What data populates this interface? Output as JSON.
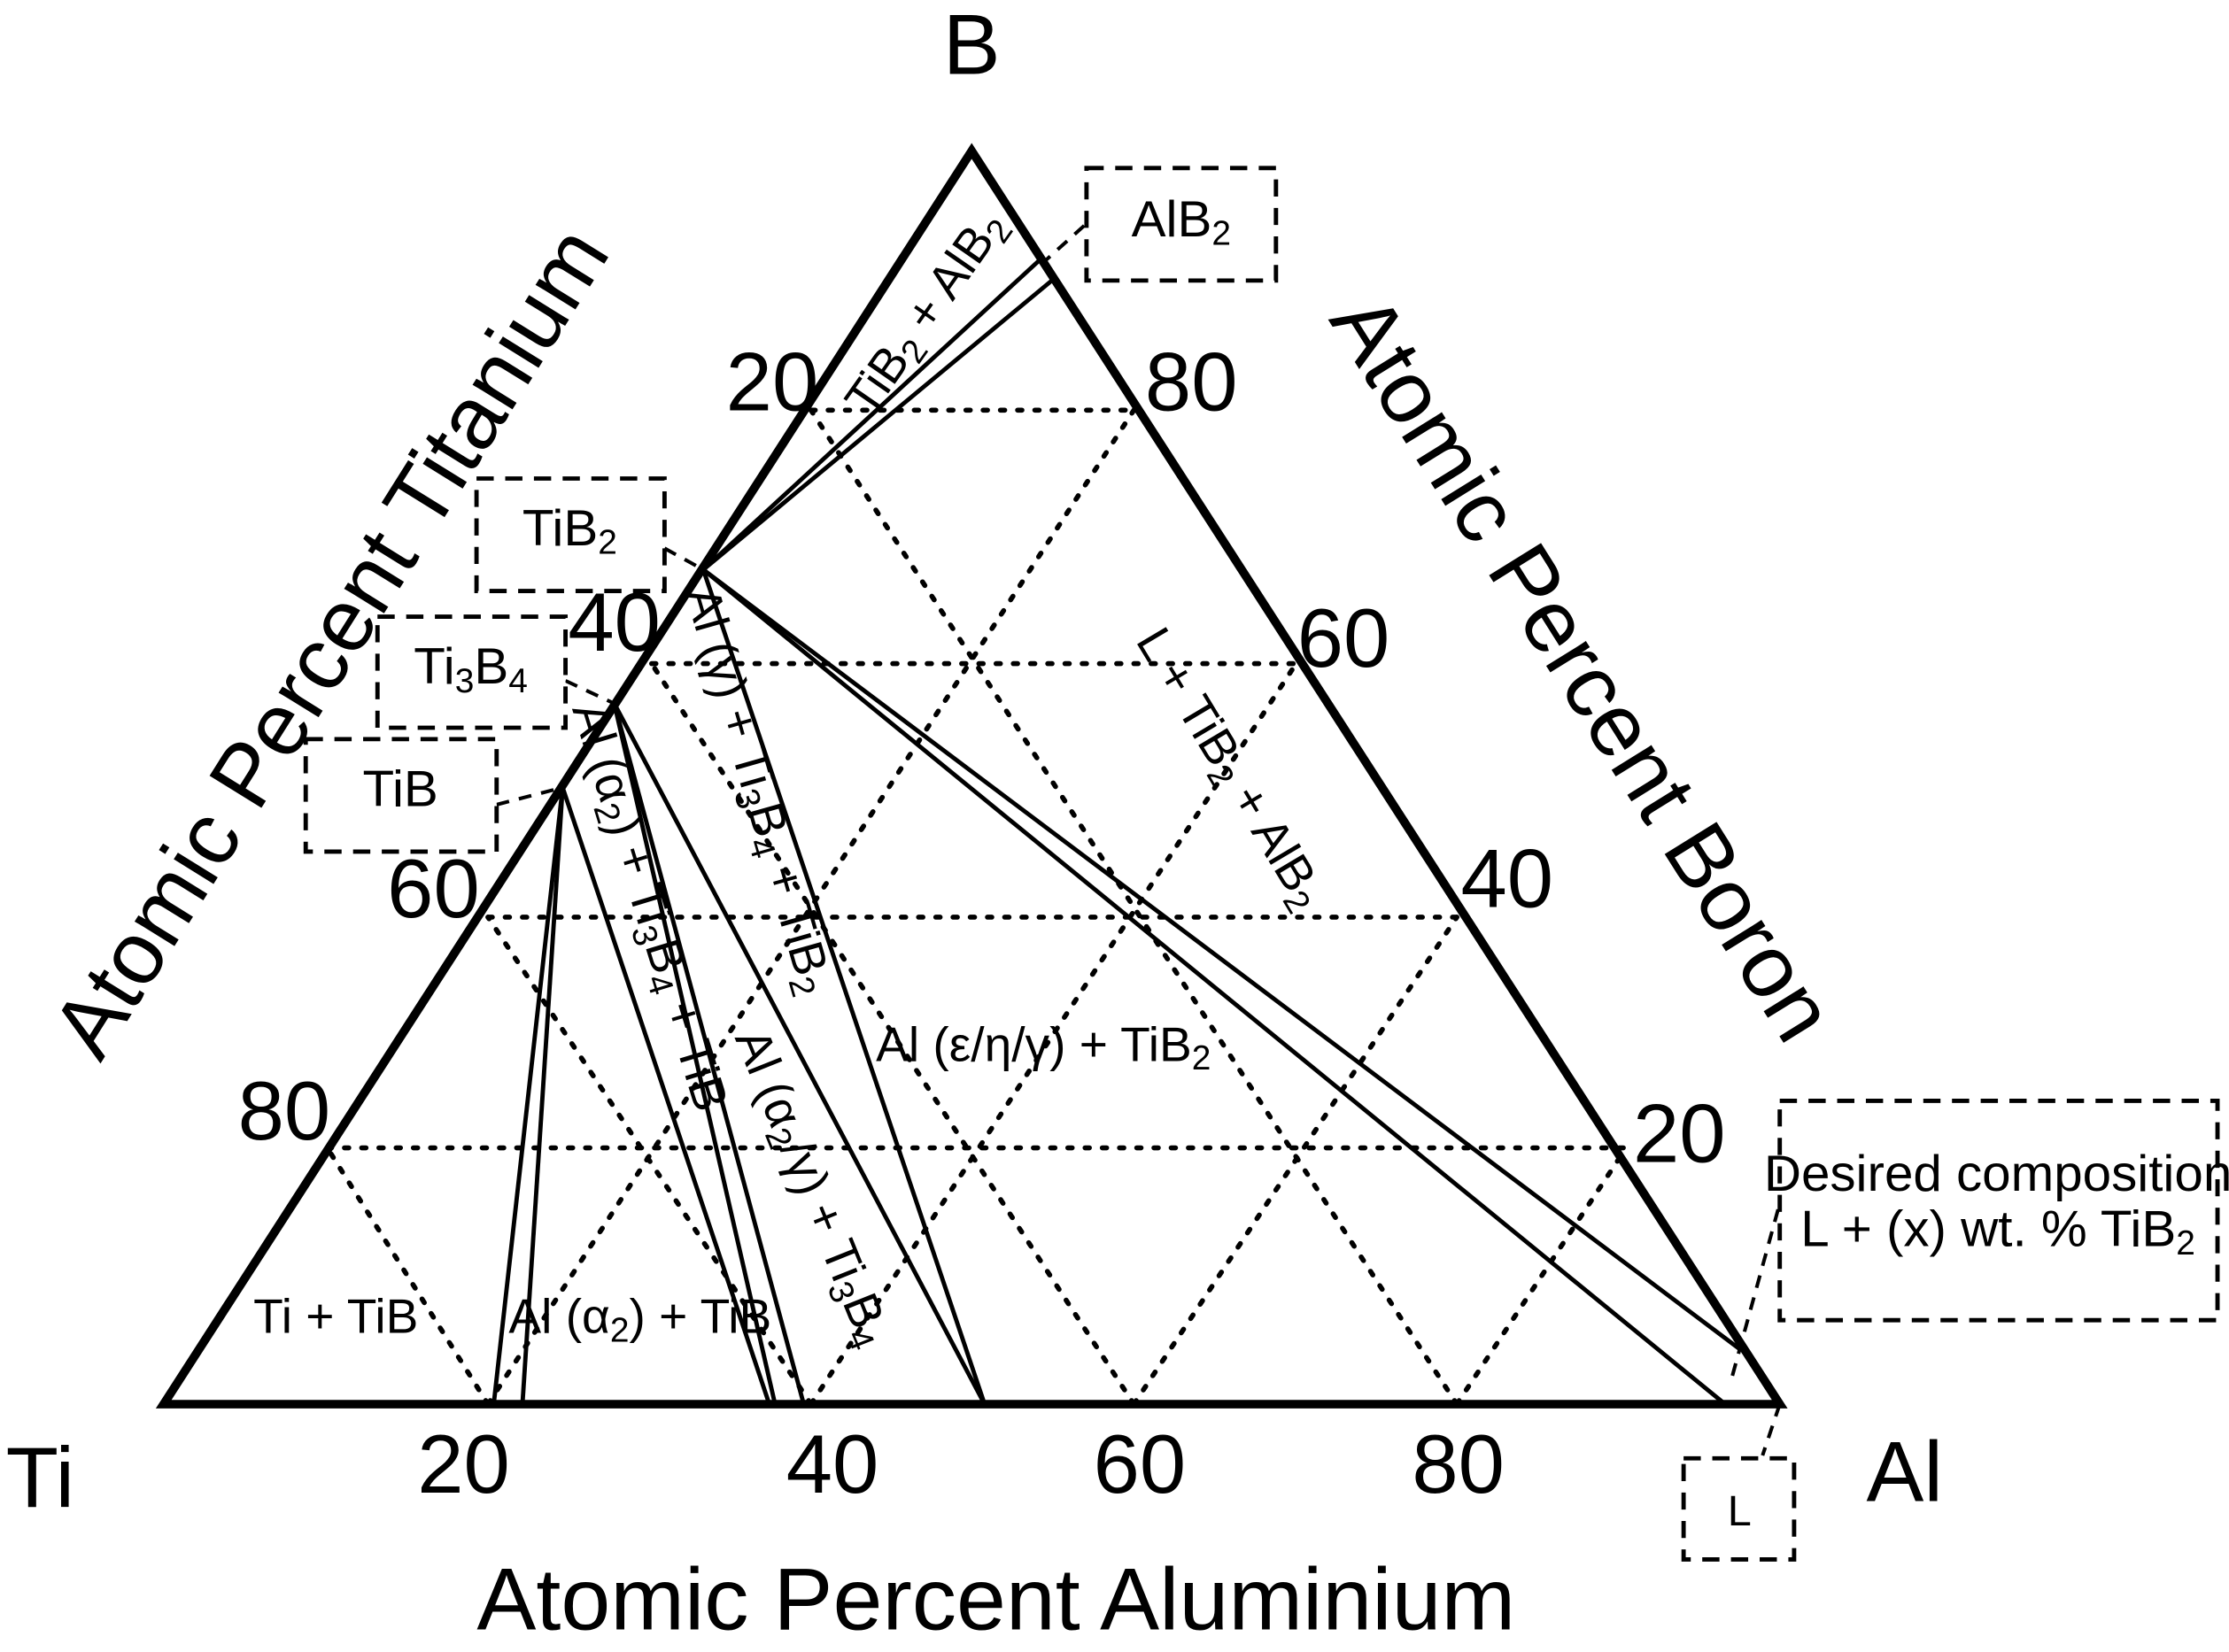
{
  "corners": {
    "top": "B",
    "left": "Ti",
    "right": "Al"
  },
  "axis_titles": {
    "titanium": "Atomic Percent Titanium",
    "boron": "Atomic Percent Boron",
    "aluminium": "Atomic Percent Aluminium"
  },
  "ticks": {
    "titanium": [
      "20",
      "40",
      "60",
      "80"
    ],
    "boron": [
      "80",
      "60",
      "40",
      "20"
    ],
    "aluminium": [
      "20",
      "40",
      "60",
      "80"
    ]
  },
  "phase_boxes": {
    "alb2": {
      "base": "AlB",
      "sub": "2"
    },
    "tib2": {
      "base": "TiB",
      "sub": "2"
    },
    "ti3b4": {
      "base": "Ti",
      "sub1": "3",
      "mid": "B",
      "sub2": "4"
    },
    "tib": {
      "base": "TiB"
    },
    "liquid": {
      "base": "L"
    },
    "desired": {
      "line1": "Desired composition",
      "line2_pre": "L + (x) wt. % TiB",
      "line2_sub": "2"
    }
  },
  "regions": {
    "tib2_alb2": {
      "a": "TiB",
      "a_sub": "2",
      "b": " + AlB",
      "b_sub": "2"
    },
    "l_tib2_alb2": {
      "a": "L + TiB",
      "a_sub": "2",
      "b": " + AlB",
      "b_sub": "2"
    },
    "al_gamma_ti3b4_tib2": {
      "a": "Al (γ) + Ti",
      "a_sub": "3",
      "b": "B",
      "b_sub": "4",
      "c": " + TiB",
      "c_sub": "2"
    },
    "al_alpha2_ti3b4_tib": {
      "a": "Al (α",
      "a_sub": "2",
      "b": ") + Ti",
      "b_sub": "3",
      "c": "B",
      "c_sub": "4",
      "d": " + TiB"
    },
    "al_eta_tib2": {
      "a": "Al (ε/η/γ) + TiB",
      "a_sub": "2"
    },
    "al_alpha2_gamma_ti3b4": {
      "a": "Al (α",
      "a_sub": "2",
      "b": "/γ) + Ti",
      "b_sub": "3",
      "c": "B",
      "c_sub": "4"
    },
    "ti_tib": {
      "a": "Ti + TiB"
    },
    "al_alpha2_tib": {
      "a": "Al (α",
      "a_sub": "2",
      "b": ") + TiB"
    }
  }
}
